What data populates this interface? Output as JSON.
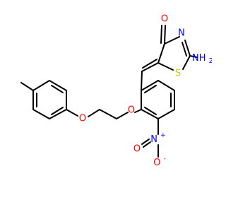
{
  "atoms": {
    "oxygen_ketone": "O",
    "nitrogen_ring": "N",
    "sulfur": "S",
    "amine_NH": "NH",
    "amine_sub": "2",
    "ether_O1": "O",
    "ether_O2": "O",
    "nitro_N": "N",
    "nitro_N_charge": "+",
    "nitro_O1": "O",
    "nitro_O2": "O",
    "nitro_O2_charge": "-"
  },
  "colors": {
    "oxygen": "#ff0000",
    "nitrogen": "#0000ff",
    "sulfur": "#cccc00",
    "bond": "#000000"
  }
}
